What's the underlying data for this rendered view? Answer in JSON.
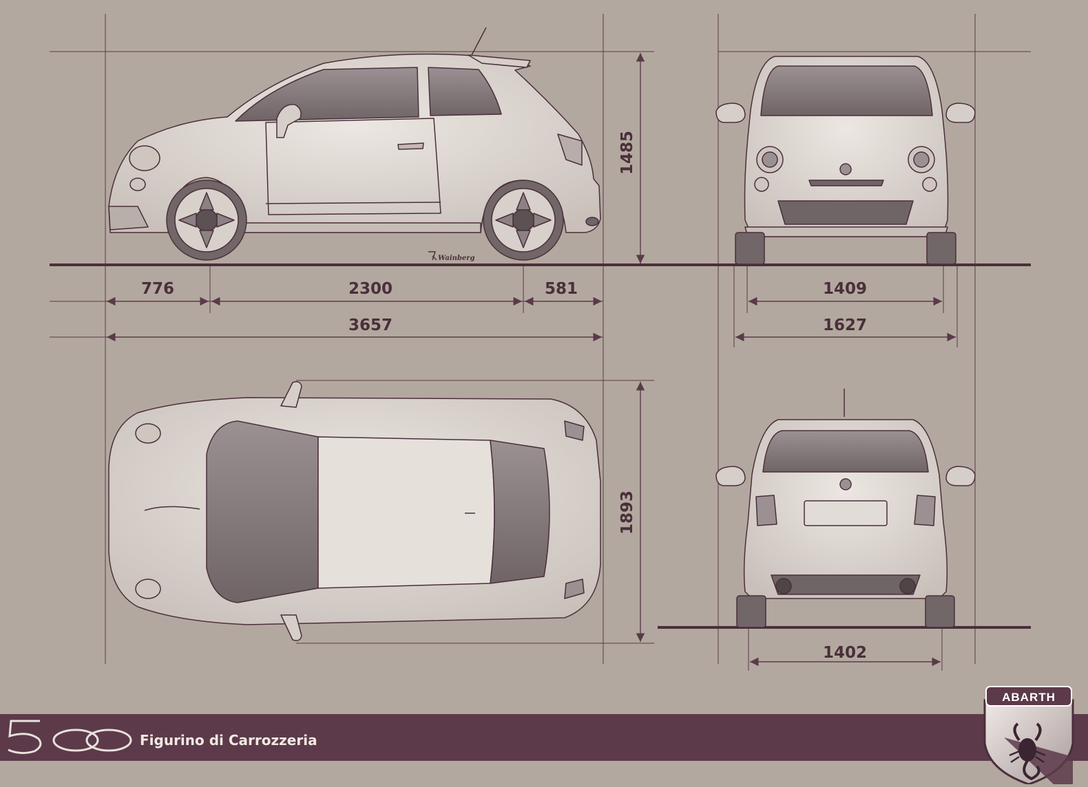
{
  "dimensions": {
    "front_overhang": "776",
    "wheelbase": "2300",
    "rear_overhang": "581",
    "length": "3657",
    "height": "1485",
    "front_track": "1409",
    "width": "1627",
    "body_width_with_mirrors": "1893",
    "rear_track": "1402"
  },
  "signature": "Wainberg",
  "footer": {
    "model_logo": "500",
    "label": "Figurino di Carrozzeria"
  },
  "badge": {
    "text": "ABARTH",
    "symbol": "scorpion-icon"
  },
  "colors": {
    "background": "#b3a89f",
    "line": "#5a3a48",
    "body": "#ddd6d0",
    "glass": "#8a7f80",
    "footer_band": "#5c3a4a"
  }
}
